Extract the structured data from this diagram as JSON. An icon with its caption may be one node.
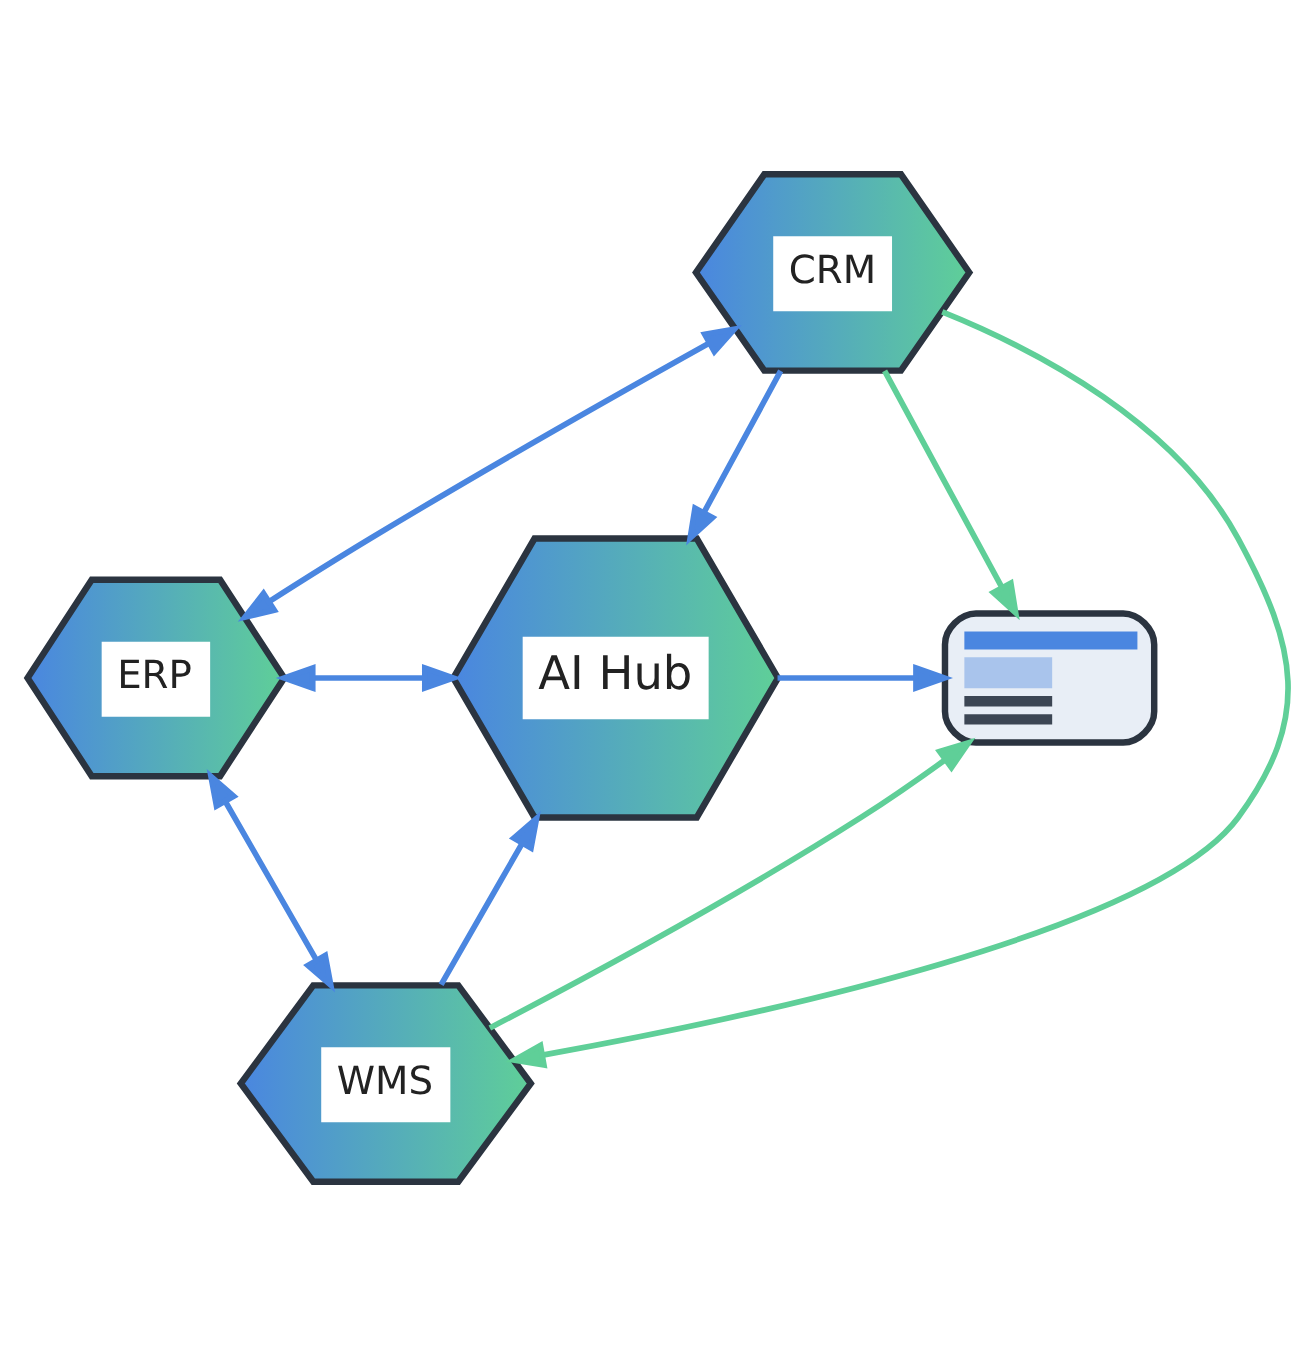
{
  "diagram": {
    "nodes": [
      {
        "text": [
          "CRM"
        ]
      },
      {
        "text": [
          "ERP"
        ]
      },
      {
        "text": [
          "AI Hub"
        ]
      },
      {
        "text": [],
        "shape": "picture"
      },
      {
        "text": [
          "WMS"
        ]
      }
    ],
    "edges": [
      {
        "from": 0,
        "to": 1,
        "arrow": "both"
      },
      {
        "from": 0,
        "to": 3,
        "arrow": "to",
        "color": "#5fcf98"
      },
      {
        "from": 1,
        "to": 2,
        "arrow": "both"
      },
      {
        "from": 0,
        "to": 2,
        "arrow": "to"
      },
      {
        "from": 4,
        "to": 2,
        "arrow": "to"
      },
      {
        "from": 2,
        "to": 3,
        "arrow": "to"
      },
      {
        "from": 0,
        "to": 4,
        "arrow": "to",
        "color": "#5fcf98"
      },
      {
        "from": 1,
        "to": 4,
        "arrow": "both"
      },
      {
        "from": 4,
        "to": 3,
        "arrow": "to",
        "color": "#5fcf98"
      }
    ]
  }
}
